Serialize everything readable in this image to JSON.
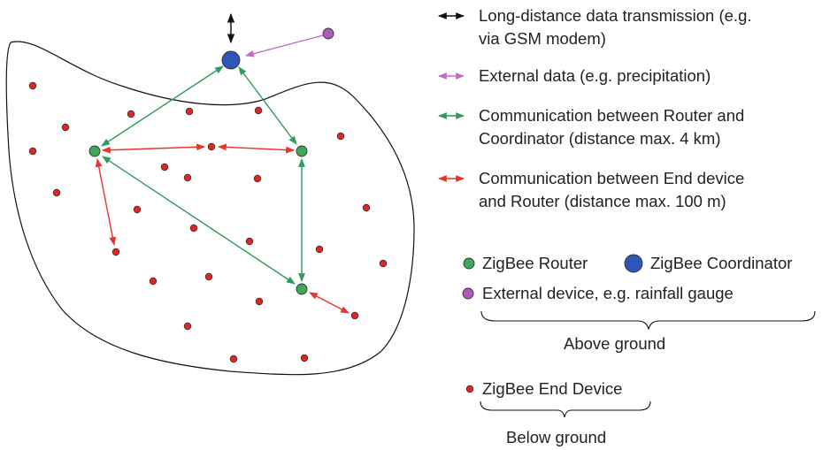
{
  "colors": {
    "long_distance": "#111111",
    "external": "#c06ac8",
    "router_link": "#2e9a5c",
    "end_device_link": "#e8342b",
    "router_fill": "#3fa65a",
    "coordinator_fill": "#2e55b8",
    "external_fill": "#b05ab8",
    "end_device_fill": "#e2261f"
  },
  "legend": {
    "arrows": [
      {
        "id": "long-distance",
        "lines": [
          "Long-distance data transmission (e.g.",
          "via GSM modem)"
        ],
        "color": "#111111",
        "icon": "double-arrow-icon"
      },
      {
        "id": "external-data",
        "lines": [
          "External data (e.g. precipitation)"
        ],
        "color": "#c06ac8",
        "icon": "double-arrow-icon"
      },
      {
        "id": "router-coordinator",
        "lines": [
          "Communication between Router and",
          "Coordinator (distance max. 4 km)"
        ],
        "color": "#2e9a5c",
        "icon": "double-arrow-icon"
      },
      {
        "id": "end-device-router",
        "lines": [
          "Communication between End device",
          "and Router (distance max. 100 m)"
        ],
        "color": "#e8342b",
        "icon": "double-arrow-icon"
      }
    ],
    "nodes": {
      "router": "ZigBee Router",
      "coordinator": "ZigBee Coordinator",
      "external": "External device, e.g. rainfall gauge",
      "end_device": "ZigBee End Device"
    },
    "groups": {
      "above": "Above ground",
      "below": "Below ground"
    }
  }
}
